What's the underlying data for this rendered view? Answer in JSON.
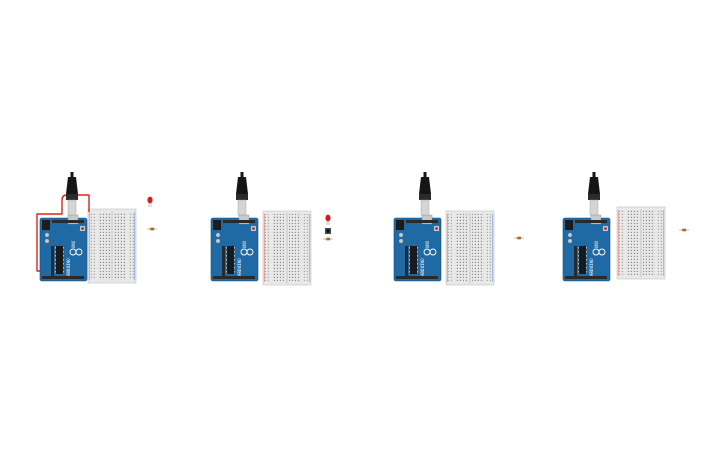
{
  "workspace": {
    "circuits": [
      {
        "id": "circuit-1",
        "board": {
          "label": "UNO",
          "brand": "ARDUINO",
          "brand_color": "#1f6aa5"
        },
        "cable": {
          "color": "#151515"
        },
        "breadboard": {
          "color": "#e8e8e8"
        },
        "wires": [
          {
            "color": "#d9261c"
          }
        ],
        "parts": [
          {
            "type": "led",
            "color": "#d11f1f"
          },
          {
            "type": "resistor",
            "color": "#e0a04a"
          }
        ]
      },
      {
        "id": "circuit-2",
        "board": {
          "label": "UNO",
          "brand": "ARDUINO",
          "brand_color": "#1f6aa5"
        },
        "cable": {
          "color": "#151515"
        },
        "breadboard": {
          "color": "#e8e8e8"
        },
        "wires": [],
        "parts": [
          {
            "type": "led",
            "color": "#d11f1f"
          },
          {
            "type": "pushbutton",
            "color": "#333333"
          },
          {
            "type": "resistor",
            "color": "#e0a04a"
          }
        ]
      },
      {
        "id": "circuit-3",
        "board": {
          "label": "UNO",
          "brand": "ARDUINO",
          "brand_color": "#1f6aa5"
        },
        "cable": {
          "color": "#151515"
        },
        "breadboard": {
          "color": "#e8e8e8"
        },
        "wires": [],
        "parts": [
          {
            "type": "resistor",
            "color": "#e0a04a"
          }
        ]
      },
      {
        "id": "circuit-4",
        "board": {
          "label": "UNO",
          "brand": "ARDUINO",
          "brand_color": "#1f6aa5"
        },
        "cable": {
          "color": "#151515"
        },
        "breadboard": {
          "color": "#e8e8e8"
        },
        "wires": [],
        "parts": [
          {
            "type": "resistor",
            "color": "#e0a04a"
          }
        ]
      }
    ]
  }
}
